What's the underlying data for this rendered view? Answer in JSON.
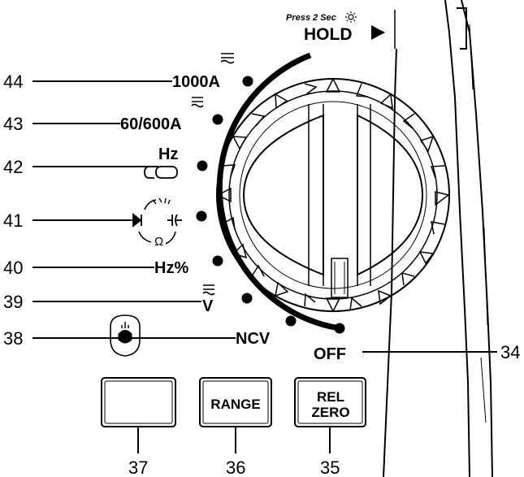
{
  "title": {
    "press_text": "Press 2 Sec",
    "hold_text": "HOLD"
  },
  "dial_labels": [
    {
      "number": "44",
      "label": "1000A"
    },
    {
      "number": "43",
      "label": "60/600A"
    },
    {
      "number": "42",
      "label": "Hz"
    },
    {
      "number": "41",
      "label": ""
    },
    {
      "number": "40",
      "label": "Hz%"
    },
    {
      "number": "39",
      "label": "V"
    },
    {
      "number": "38",
      "label": "NCV"
    },
    {
      "number": "34",
      "label": "OFF"
    }
  ],
  "buttons": [
    {
      "number": "37",
      "label_line1": "",
      "label_line2": ""
    },
    {
      "number": "36",
      "label_line1": "RANGE",
      "label_line2": ""
    },
    {
      "number": "35",
      "label_line1": "REL",
      "label_line2": "ZERO"
    }
  ],
  "icons": {
    "sun": "sun-icon",
    "play": "play-triangle-icon",
    "ac_dc_a": "ac-dc-symbol-icon",
    "clamp": "clamp-probe-icon",
    "diode": "diode-icon",
    "continuity": "sound-wave-icon",
    "capacitor": "capacitor-icon",
    "ohm": "ohm-icon",
    "ncv": "ncv-probe-icon"
  },
  "colors": {
    "line": "#000000",
    "background": "#ffffff"
  }
}
